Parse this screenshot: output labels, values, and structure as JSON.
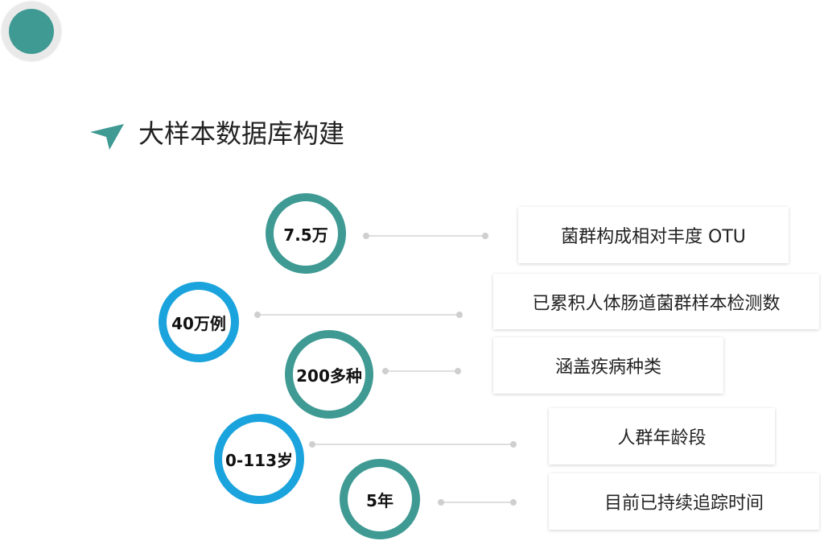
{
  "header": {
    "title": "大样本数据库构建"
  },
  "stats": [
    {
      "value": "7.5万",
      "label": "菌群构成相对丰度 OTU",
      "ring_color": "#3f9a93"
    },
    {
      "value": "40万例",
      "label": "已累积人体肠道菌群样本检测数",
      "ring_color": "#1aa3dc"
    },
    {
      "value": "200多种",
      "label": "涵盖疾病种类",
      "ring_color": "#3f9a93"
    },
    {
      "value": "0-113岁",
      "label": "人群年龄段",
      "ring_color": "#1aa3dc"
    },
    {
      "value": "5年",
      "label": "目前已持续追踪时间",
      "ring_color": "#3f9a93"
    }
  ],
  "colors": {
    "teal": "#3f9a93",
    "blue": "#1aa3dc",
    "connector": "#cfcfcf"
  }
}
